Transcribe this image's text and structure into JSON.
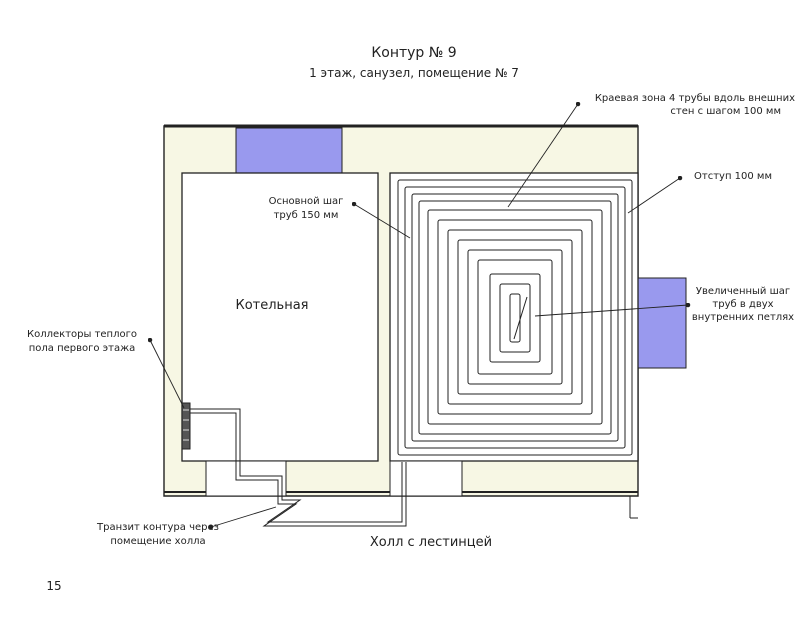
{
  "title": "Контур № 9",
  "subtitle": "1 этаж, санузел, помещение № 7",
  "rooms": {
    "boiler": "Котельная",
    "hall": "Холл с лестинцей"
  },
  "callouts": {
    "edge_zone": [
      "Краевая зона 4 трубы вдоль внешних",
      "стен с шагом 100 мм"
    ],
    "offset": "Отступ 100 мм",
    "main_step": [
      "Основной шаг",
      "труб 150 мм"
    ],
    "increased_step": [
      "Увеличенный шаг",
      "труб в двух",
      "внутренних петлях"
    ],
    "collectors": [
      "Коллекторы теплого",
      "пола первого этажа"
    ],
    "transit": [
      "Транзит контура через",
      "помещение холла"
    ]
  },
  "page_number": "15",
  "colors": {
    "wall": "#f7f7e4",
    "opening": "#9999ee",
    "line": "#222222"
  }
}
